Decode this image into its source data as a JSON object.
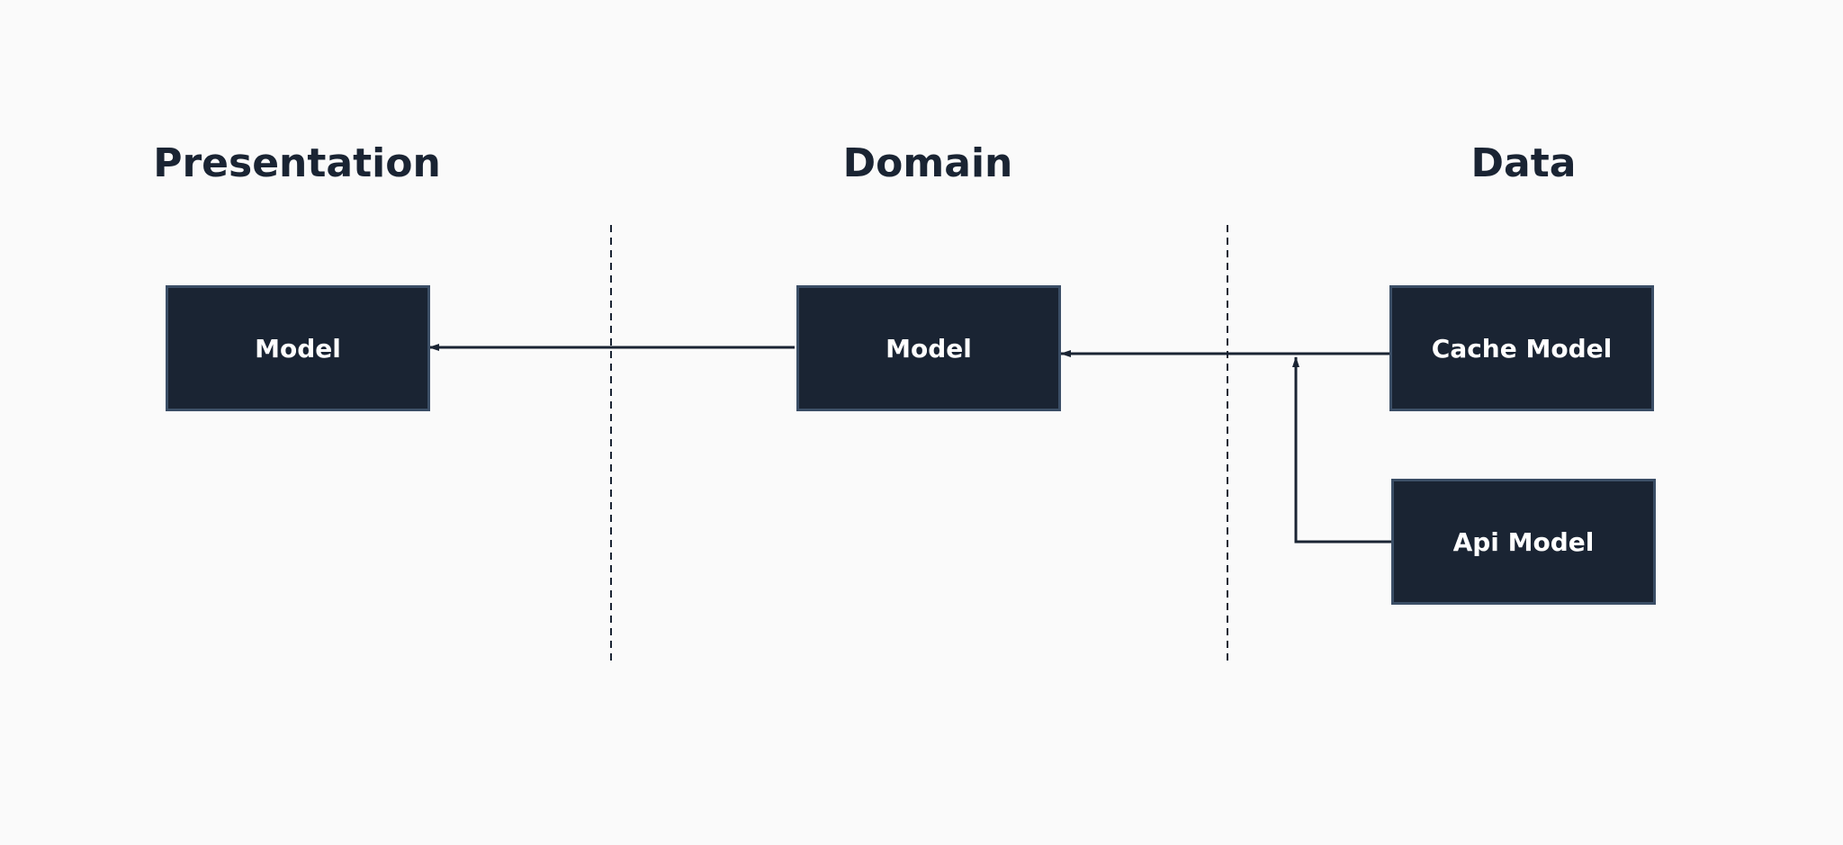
{
  "layers": {
    "presentation": {
      "title": "Presentation"
    },
    "domain": {
      "title": "Domain"
    },
    "data": {
      "title": "Data"
    }
  },
  "boxes": {
    "presentation_model": {
      "label": "Model"
    },
    "domain_model": {
      "label": "Model"
    },
    "cache_model": {
      "label": "Cache Model"
    },
    "api_model": {
      "label": "Api Model"
    }
  },
  "colors": {
    "background": "#fafafa",
    "box_fill": "#1a2433",
    "box_border": "#3b4e66",
    "text_dark": "#1a2433",
    "text_light": "#ffffff",
    "line": "#1a2433"
  }
}
